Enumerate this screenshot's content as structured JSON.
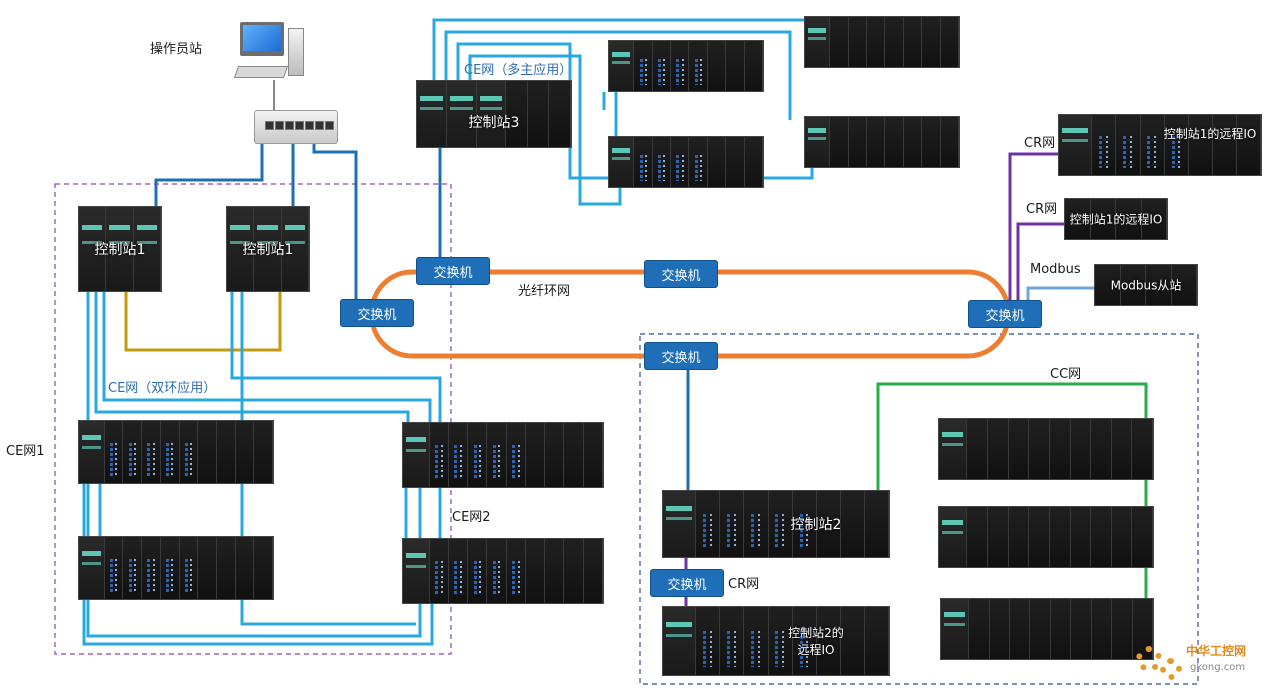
{
  "labels": {
    "operator_station": "操作员站",
    "ce_net_multi": "CE网（多主应用）",
    "ce_net_dual": "CE网（双环应用）",
    "fiber_ring": "光纤环网",
    "ce_net1": "CE网1",
    "ce_net2": "CE网2",
    "cr_net_a": "CR网",
    "cr_net_b": "CR网",
    "cr_net_c": "CR网",
    "modbus": "Modbus",
    "cc_net": "CC网"
  },
  "switches": {
    "left": "交换机",
    "top_left": "交换机",
    "top_mid": "交换机",
    "right": "交换机",
    "bottom": "交换机",
    "cr": "交换机"
  },
  "racks": {
    "station1_a": "控制站1",
    "station1_b": "控制站1",
    "station3": "控制站3",
    "station2": "控制站2",
    "station2_remote_io": "控制站2的\n远程IO",
    "remote_io_1": "控制站1的远程IO",
    "remote_io_2": "控制站1的远程IO",
    "modbus_slave": "Modbus从站"
  },
  "watermark": {
    "name": "中华工控网",
    "url": "gkong.com"
  },
  "colors": {
    "ce_blue": "#29a8e0",
    "dark_blue": "#1f6fb0",
    "fiber_orange": "#ec7d31",
    "yellow": "#c29a0e",
    "purple": "#7030a0",
    "green": "#27ae48",
    "modbus_blue": "#6ea6d8",
    "dash_purple": "#8e44ad",
    "dash_navy": "#2f4f8f"
  }
}
